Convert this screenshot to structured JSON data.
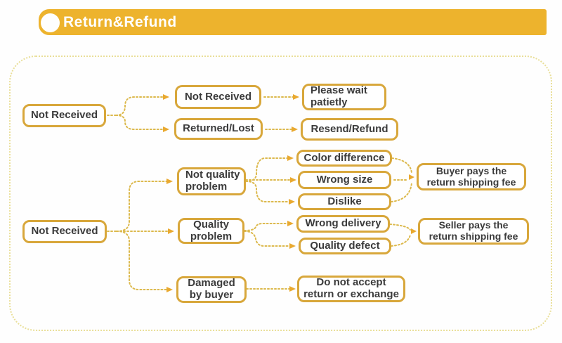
{
  "header": {
    "title": "Return&Refund"
  },
  "colors": {
    "banner": "#edb32d",
    "banner-text": "#ffffff",
    "box-border": "#d8a73b",
    "box-bg": "#ffffff",
    "arrow": "#dcb94d",
    "arrowhead": "#e9a930",
    "container-border": "#e9df99",
    "text": "#3b3b3b"
  },
  "nodes": {
    "root1": "Not Received",
    "t1_child1": "Not Received",
    "t1_leaf1": "Please wait patietly",
    "t1_child2": "Returned/Lost",
    "t1_leaf2": "Resend/Refund",
    "root2": "Not Received",
    "t2_child1": "Not quality problem",
    "t2_child2": "Quality problem",
    "t2_child3": "Damaged by buyer",
    "t2_leaf1": "Color difference",
    "t2_leaf2": "Wrong size",
    "t2_leaf3": "Dislike",
    "t2_leaf4": "Wrong delivery",
    "t2_leaf5": "Quality defect",
    "fee1": "Buyer pays the return shipping fee",
    "fee2": "Seller pays the return shipping fee",
    "t2_leaf6": "Do not accept return or exchange"
  }
}
